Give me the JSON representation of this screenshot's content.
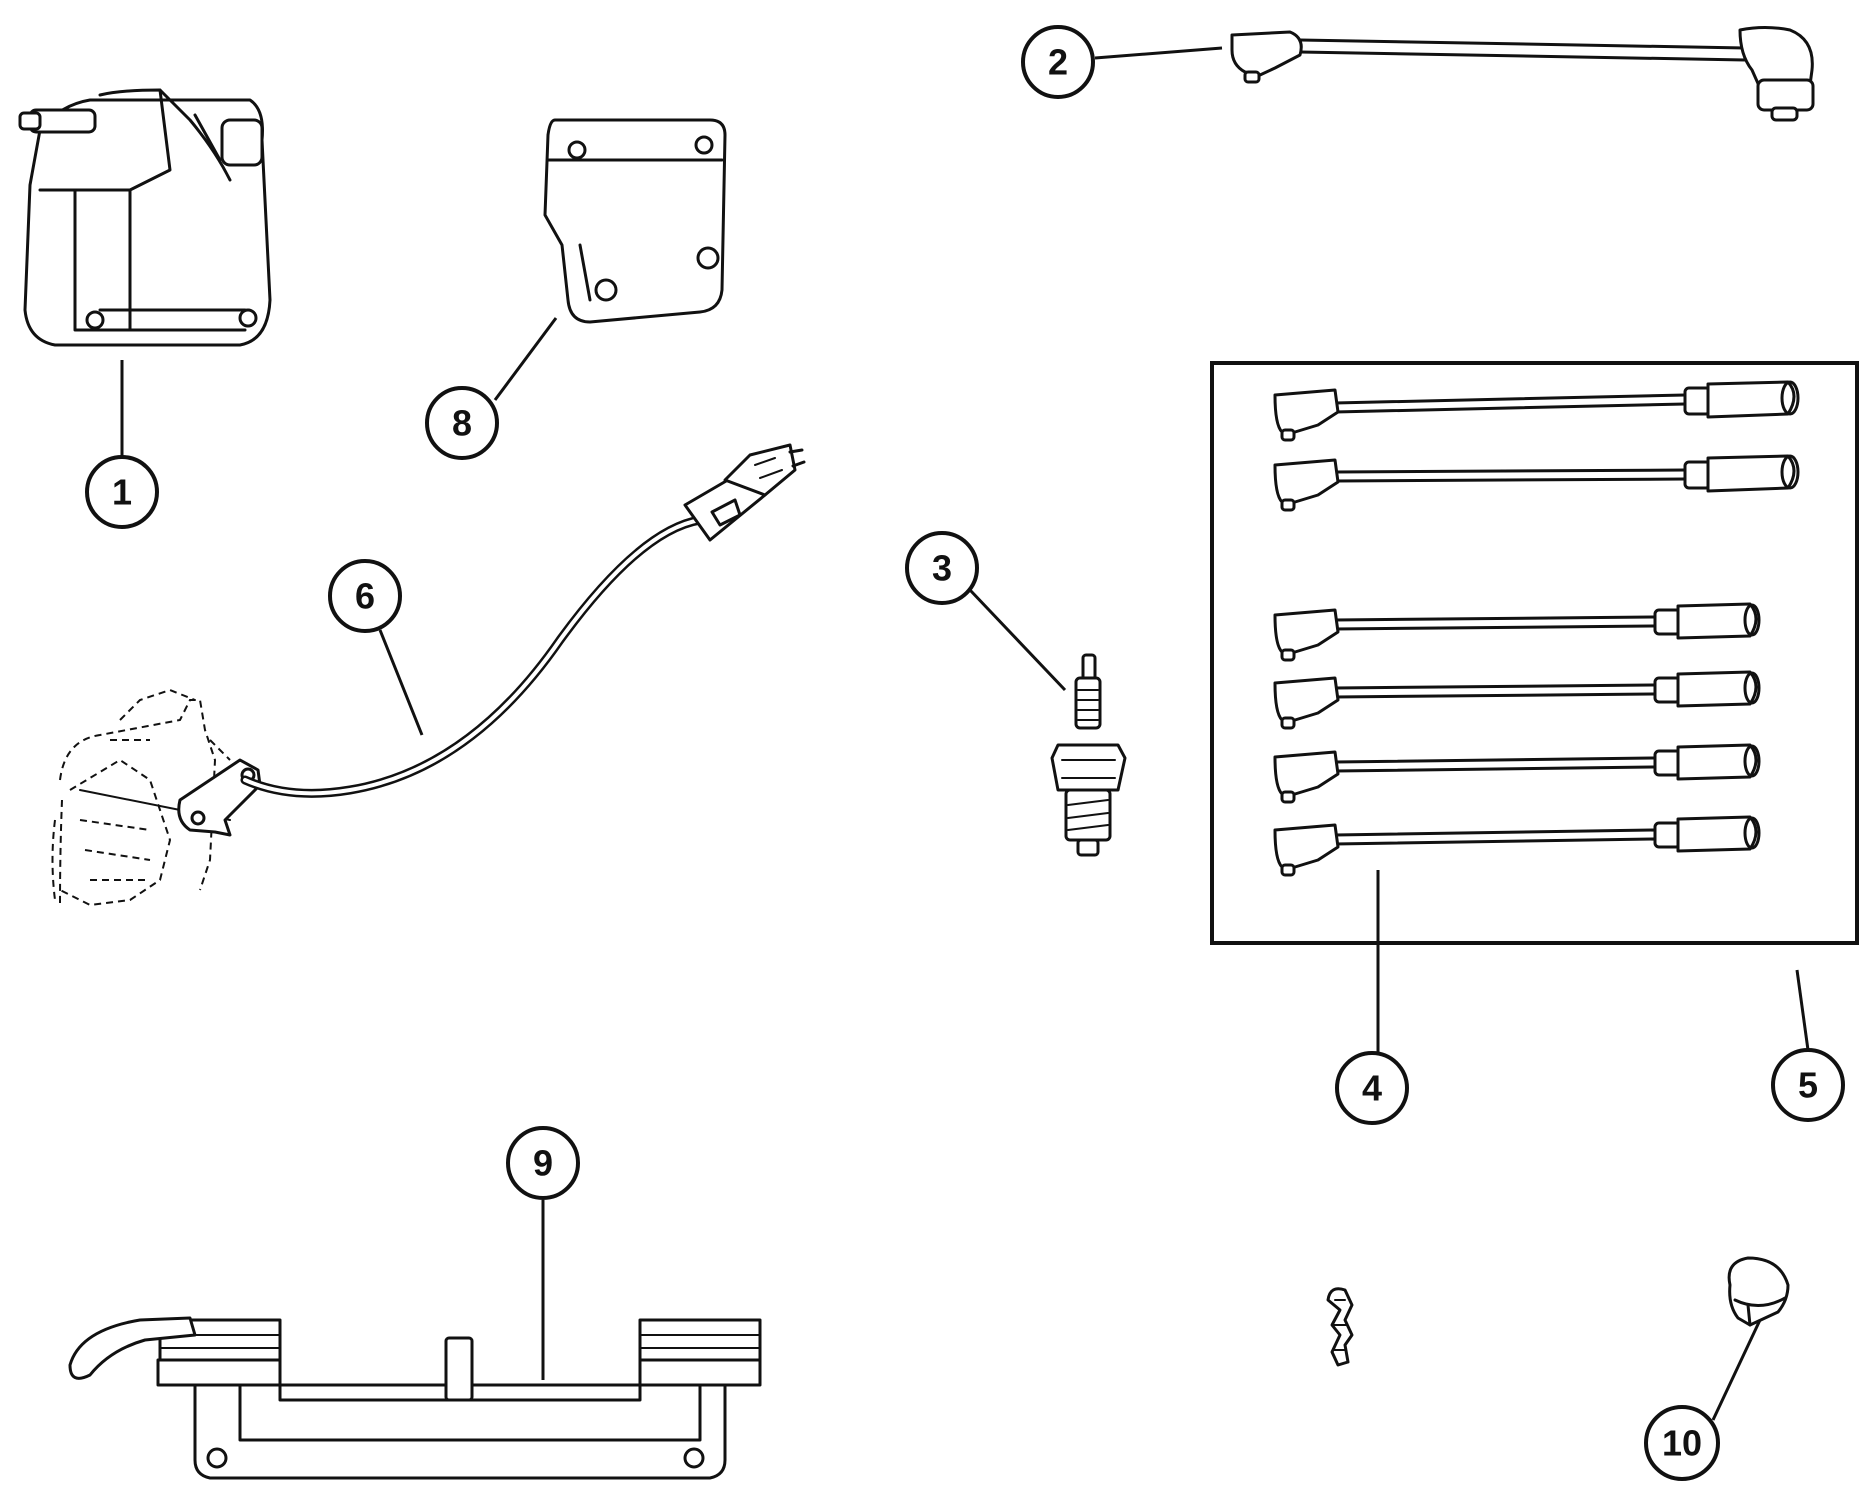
{
  "callouts": {
    "c1": "1",
    "c2": "2",
    "c3": "3",
    "c4": "4",
    "c5": "5",
    "c6": "6",
    "c8": "8",
    "c9": "9",
    "c10": "10"
  },
  "parts": [
    {
      "id": "ignition-coil",
      "callout": "1"
    },
    {
      "id": "coil-wire",
      "callout": "2"
    },
    {
      "id": "spark-plug",
      "callout": "3"
    },
    {
      "id": "spark-plug-wires",
      "callout": "4"
    },
    {
      "id": "spark-plug-wire-set",
      "callout": "5"
    },
    {
      "id": "crankshaft-position-sensor",
      "callout": "6"
    },
    {
      "id": "coil-bracket",
      "callout": "8"
    },
    {
      "id": "wire-loom-bracket",
      "callout": "9"
    },
    {
      "id": "nut",
      "callout": "10"
    }
  ],
  "colors": {
    "line": "#111111",
    "background": "#ffffff"
  }
}
